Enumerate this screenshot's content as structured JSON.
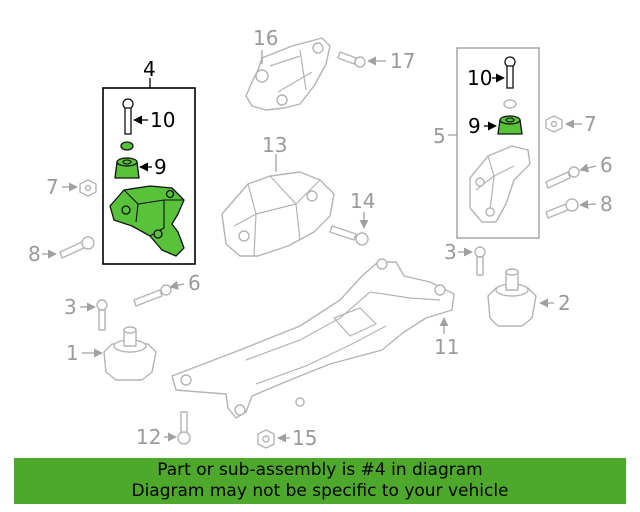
{
  "colors": {
    "highlight_part": "#58c23a",
    "banner_background": "#4ea82c",
    "inactive_line": "#b4b4b4",
    "active_line": "#111111"
  },
  "callouts": {
    "c1": "1",
    "c2": "2",
    "c3a": "3",
    "c3b": "3",
    "c4": "4",
    "c5": "5",
    "c6a": "6",
    "c6b": "6",
    "c7a": "7",
    "c7b": "7",
    "c8a": "8",
    "c8b": "8",
    "c9a": "9",
    "c9b": "9",
    "c10a": "10",
    "c10b": "10",
    "c11": "11",
    "c12": "12",
    "c13": "13",
    "c14": "14",
    "c15": "15",
    "c16": "16",
    "c17": "17"
  },
  "banner": {
    "line1": "Part or sub-assembly is #4 in diagram",
    "line2": "Diagram may not be specific to your vehicle"
  },
  "highlighted_group": "4"
}
